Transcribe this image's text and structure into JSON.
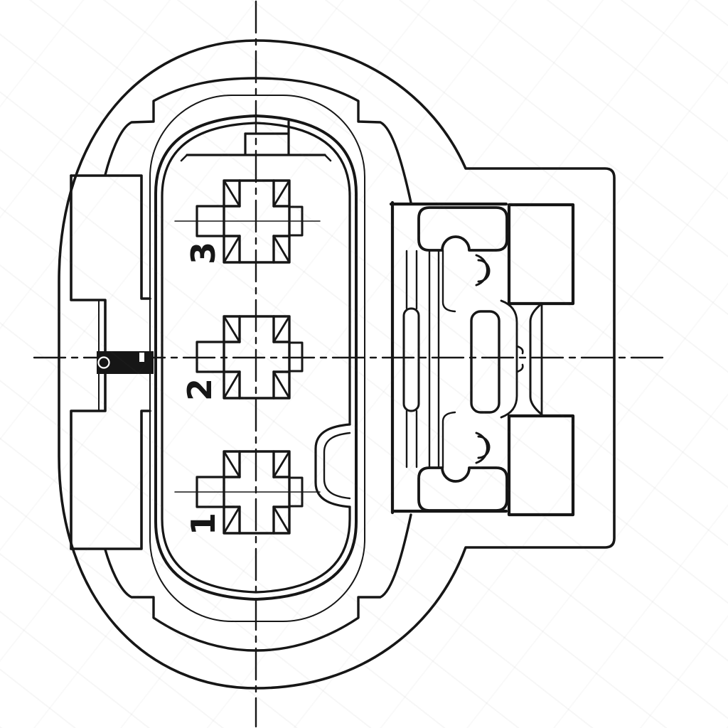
{
  "drawing": {
    "background_color": "#ffffff",
    "line_color": "#161616",
    "white": "#ffffff",
    "pins": [
      {
        "number": "3"
      },
      {
        "number": "2"
      },
      {
        "number": "1"
      }
    ]
  }
}
